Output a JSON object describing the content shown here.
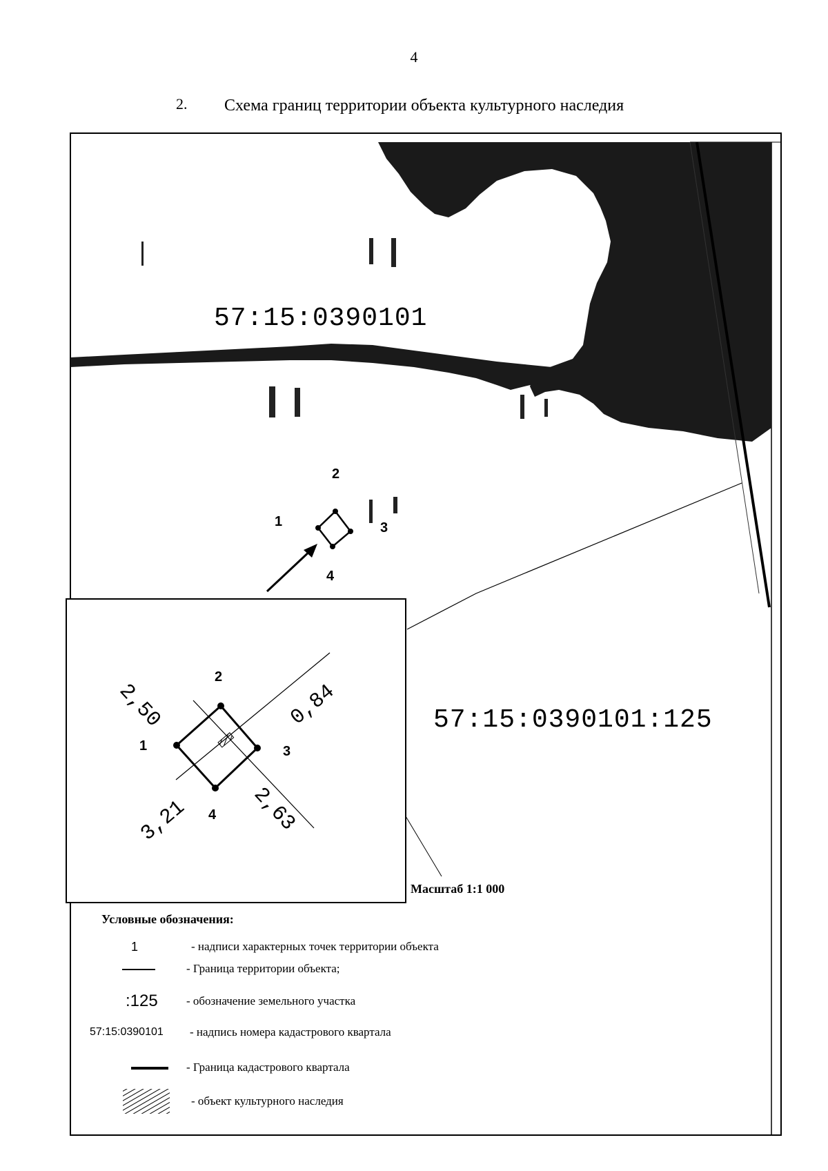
{
  "document": {
    "page_number": "4",
    "section_number": "2.",
    "title": "Схема границ территории объекта культурного наследия"
  },
  "map": {
    "cadastral_quarter_label": "57:15:0390101",
    "land_parcel_label": "57:15:0390101:125",
    "overview_points": [
      "1",
      "2",
      "3",
      "4"
    ],
    "scale": "Масштаб 1:1 000"
  },
  "inset": {
    "points": [
      "1",
      "2",
      "3",
      "4"
    ],
    "dimensions": [
      "2,50",
      "0,84",
      "3,21",
      "2,63"
    ]
  },
  "legend": {
    "title": "Условные обозначения:",
    "items": [
      {
        "symbol": "1",
        "symbol_icon": "point-number-text",
        "text": "- надписи характерных точек территории объекта"
      },
      {
        "symbol": "",
        "symbol_icon": "thin-line",
        "text": "- Граница территории объекта;"
      },
      {
        "symbol": ":125",
        "symbol_icon": "parcel-text",
        "text": "- обозначение земельного участка"
      },
      {
        "symbol": "57:15:0390101",
        "symbol_icon": "quarter-text",
        "text": "- надпись номера кадастрового квартала"
      },
      {
        "symbol": "",
        "symbol_icon": "thick-line",
        "text": "- Граница кадастрового квартала"
      },
      {
        "symbol": "",
        "symbol_icon": "hatch-pattern",
        "text": "- объект культурного наследия"
      }
    ]
  },
  "colors": {
    "ink": "#000000",
    "fill": "#1a1a1a",
    "paper": "#ffffff"
  }
}
